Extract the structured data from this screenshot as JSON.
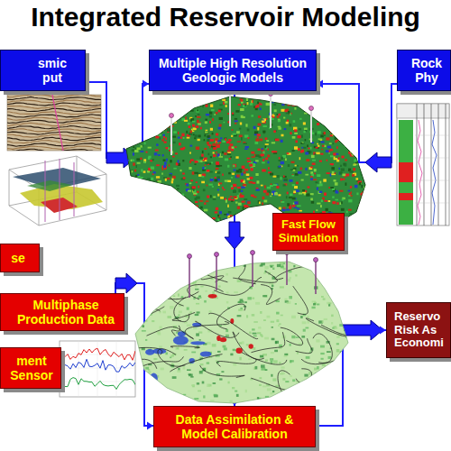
{
  "diagram": {
    "title": "Integrated Reservoir Modeling",
    "nodes": [
      {
        "text": [
          "smic put"
        ]
      },
      {
        "text": [
          "Multiple High Resolution Geologic Models"
        ]
      },
      {
        "text": [
          "Rock Phy"
        ]
      },
      {
        "text": [
          "Fast Flow Simulation"
        ]
      },
      {
        "text": [
          "se"
        ]
      },
      {
        "text": [
          "Multiphase Production Data"
        ]
      },
      {
        "text": [
          "Reservo Risk As Economi"
        ]
      },
      {
        "text": [
          "ment Sensor"
        ]
      },
      {
        "text": [
          "Data Assimilation & Model Calibration"
        ]
      }
    ],
    "edges": [
      {
        "from": 0,
        "to": 1,
        "arrow": "to"
      },
      {
        "from": 2,
        "to": 1,
        "arrow": "to"
      },
      {
        "from": 1,
        "to": 8,
        "arrow": "to"
      },
      {
        "from": 5,
        "to": 8,
        "arrow": "to"
      },
      {
        "from": 8,
        "to": 6,
        "arrow": "to"
      }
    ]
  }
}
